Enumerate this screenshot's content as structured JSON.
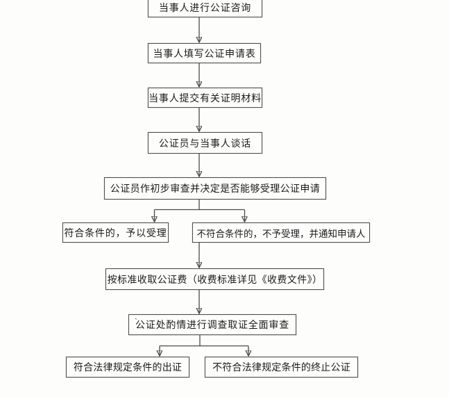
{
  "flowchart": {
    "nodes": [
      {
        "id": "consultation",
        "label": "当事人进行公证咨询"
      },
      {
        "id": "fill-application",
        "label": "当事人填写公证申请表"
      },
      {
        "id": "submit-materials",
        "label": "当事人提交有关证明材料"
      },
      {
        "id": "interview",
        "label": "公证员与当事人谈话"
      },
      {
        "id": "preliminary-review",
        "label": "公证员作初步审查并决定是否能够受理公证申请"
      },
      {
        "id": "accept",
        "label": "符合条件的，予以受理"
      },
      {
        "id": "reject",
        "label": "不符合条件的，不予受理，并通知申请人"
      },
      {
        "id": "collect-fee",
        "label": "按标准收取公证费（收费标准详见《收费文件》）"
      },
      {
        "id": "investigation",
        "label": "公证处酌情进行调查取证全面审查",
        "stray_mark": "ˋ"
      },
      {
        "id": "issue-certificate",
        "label": "符合法律规定条件的出证"
      },
      {
        "id": "terminate",
        "label": "不符合法律规定条件的终止公证"
      }
    ],
    "edges": [
      {
        "from": "consultation",
        "to": "fill-application"
      },
      {
        "from": "fill-application",
        "to": "submit-materials"
      },
      {
        "from": "submit-materials",
        "to": "interview"
      },
      {
        "from": "interview",
        "to": "preliminary-review"
      },
      {
        "from": "preliminary-review",
        "to": "accept"
      },
      {
        "from": "preliminary-review",
        "to": "reject"
      },
      {
        "from": "reject",
        "to": "collect-fee"
      },
      {
        "from": "collect-fee",
        "to": "investigation"
      },
      {
        "from": "investigation",
        "to": "issue-certificate"
      },
      {
        "from": "investigation",
        "to": "terminate"
      }
    ],
    "colors": {
      "line": "#4a4a4a",
      "box_border": "#4f4f4f",
      "text": "#1a1a1a",
      "background": "#fdfdfc"
    }
  }
}
